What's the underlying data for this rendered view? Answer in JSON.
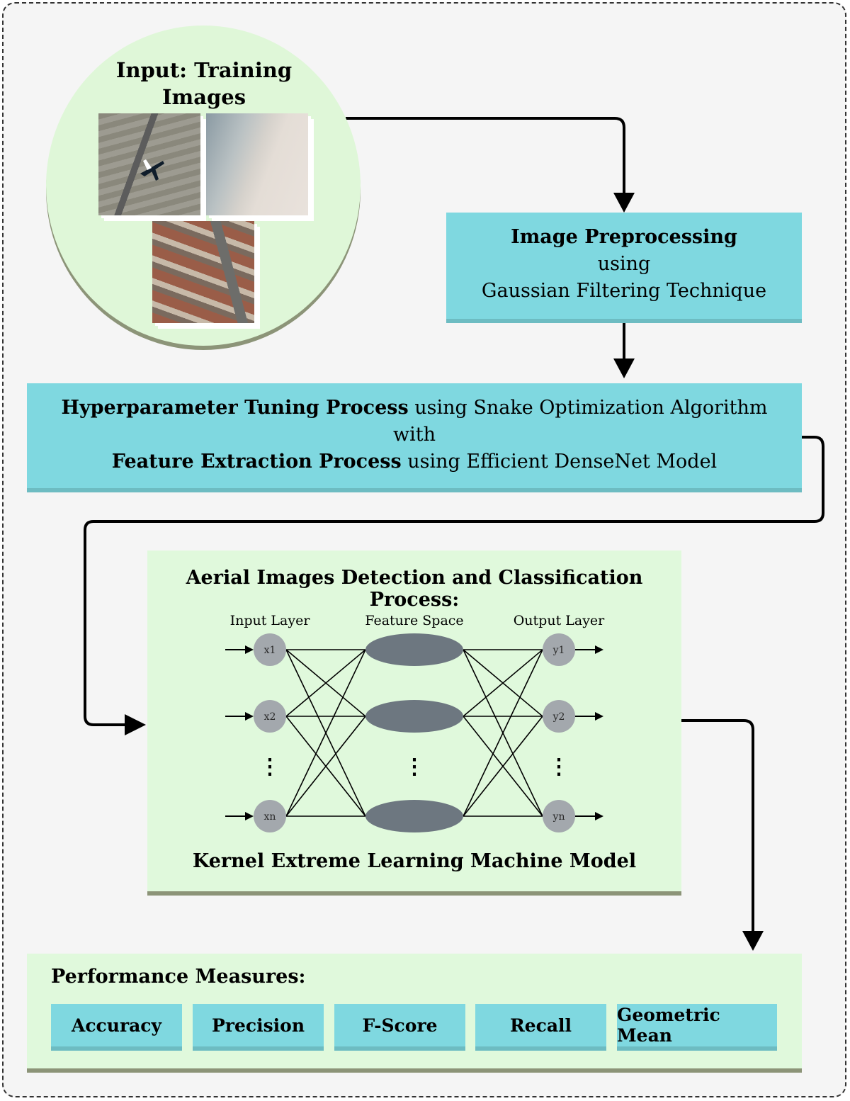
{
  "input": {
    "title": "Input: Training Images"
  },
  "preprocessing": {
    "line1": "Image Preprocessing",
    "line2": "using",
    "line3": "Gaussian Filtering Technique"
  },
  "tuning": {
    "bold1": "Hyperparameter Tuning Process",
    "rest1": " using Snake Optimization Algorithm",
    "line2": "with",
    "bold3": "Feature Extraction Process",
    "rest3": " using Efficient DenseNet Model"
  },
  "classification": {
    "title": "Aerial Images Detection and Classification Process:",
    "footer": "Kernel Extreme Learning Machine Model",
    "network": {
      "input_label": "Input Layer",
      "feature_label": "Feature Space",
      "output_label": "Output Layer",
      "inputs": [
        "x1",
        "x2",
        "xn"
      ],
      "outputs": [
        "y1",
        "y2",
        "yn"
      ],
      "ellipsis": "⋮"
    }
  },
  "performance": {
    "title": "Performance Measures:",
    "metrics": [
      "Accuracy",
      "Precision",
      "F-Score",
      "Recall",
      "Geometric Mean"
    ]
  },
  "colors": {
    "cyan_box": "#7fd8e0",
    "green_box": "#e0f9dc",
    "node_gray": "#a3a8ad",
    "ellipse_gray": "#6d7780"
  }
}
